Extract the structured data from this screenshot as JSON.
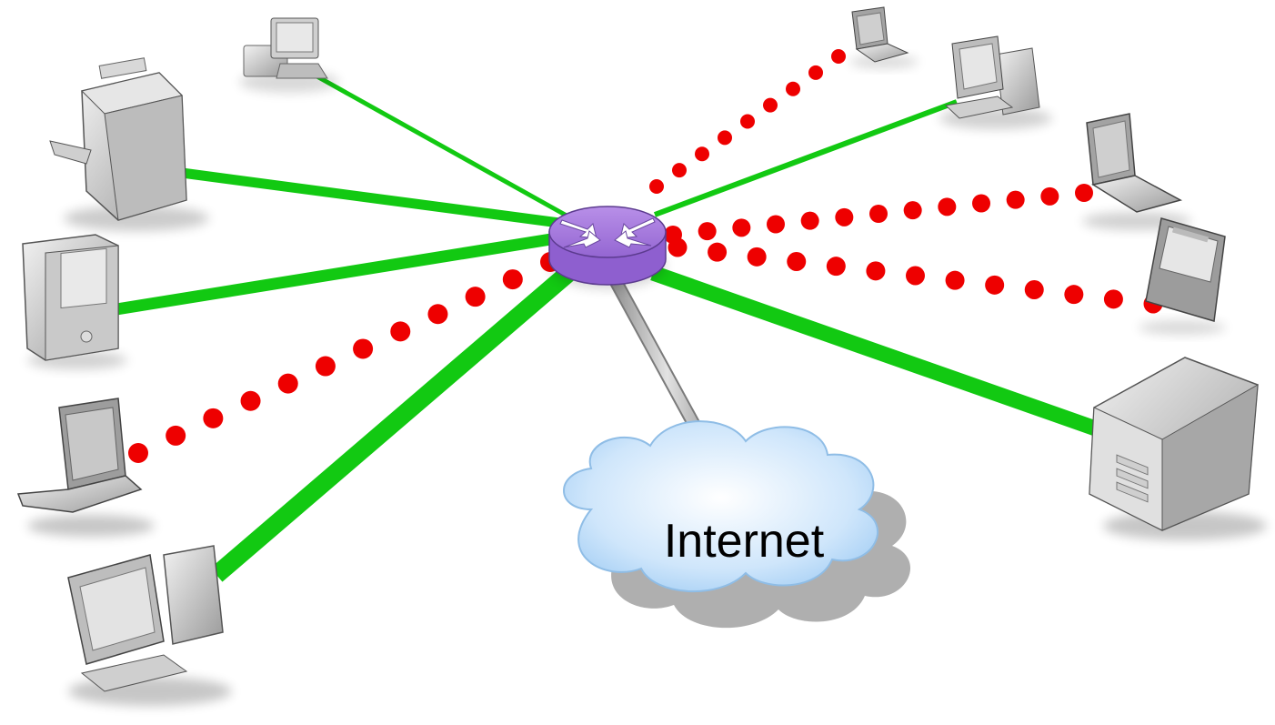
{
  "diagram": {
    "cloud": {
      "label": "Internet"
    },
    "hub": {
      "name": "router"
    },
    "links": {
      "wired": {
        "color": "#12c912"
      },
      "wireless": {
        "color": "#ee0000"
      },
      "uplink": {
        "color": "#b5b5b5"
      }
    },
    "devices": [
      {
        "kind": "desktop",
        "link": "wired"
      },
      {
        "kind": "printer",
        "link": "wired"
      },
      {
        "kind": "tower",
        "link": "wired"
      },
      {
        "kind": "laptop",
        "link": "wireless"
      },
      {
        "kind": "desktop",
        "link": "wired"
      },
      {
        "kind": "laptop",
        "link": "wireless"
      },
      {
        "kind": "desktop",
        "link": "wired"
      },
      {
        "kind": "laptop",
        "link": "wireless"
      },
      {
        "kind": "pda",
        "link": "wireless"
      },
      {
        "kind": "server",
        "link": "wired"
      }
    ]
  }
}
